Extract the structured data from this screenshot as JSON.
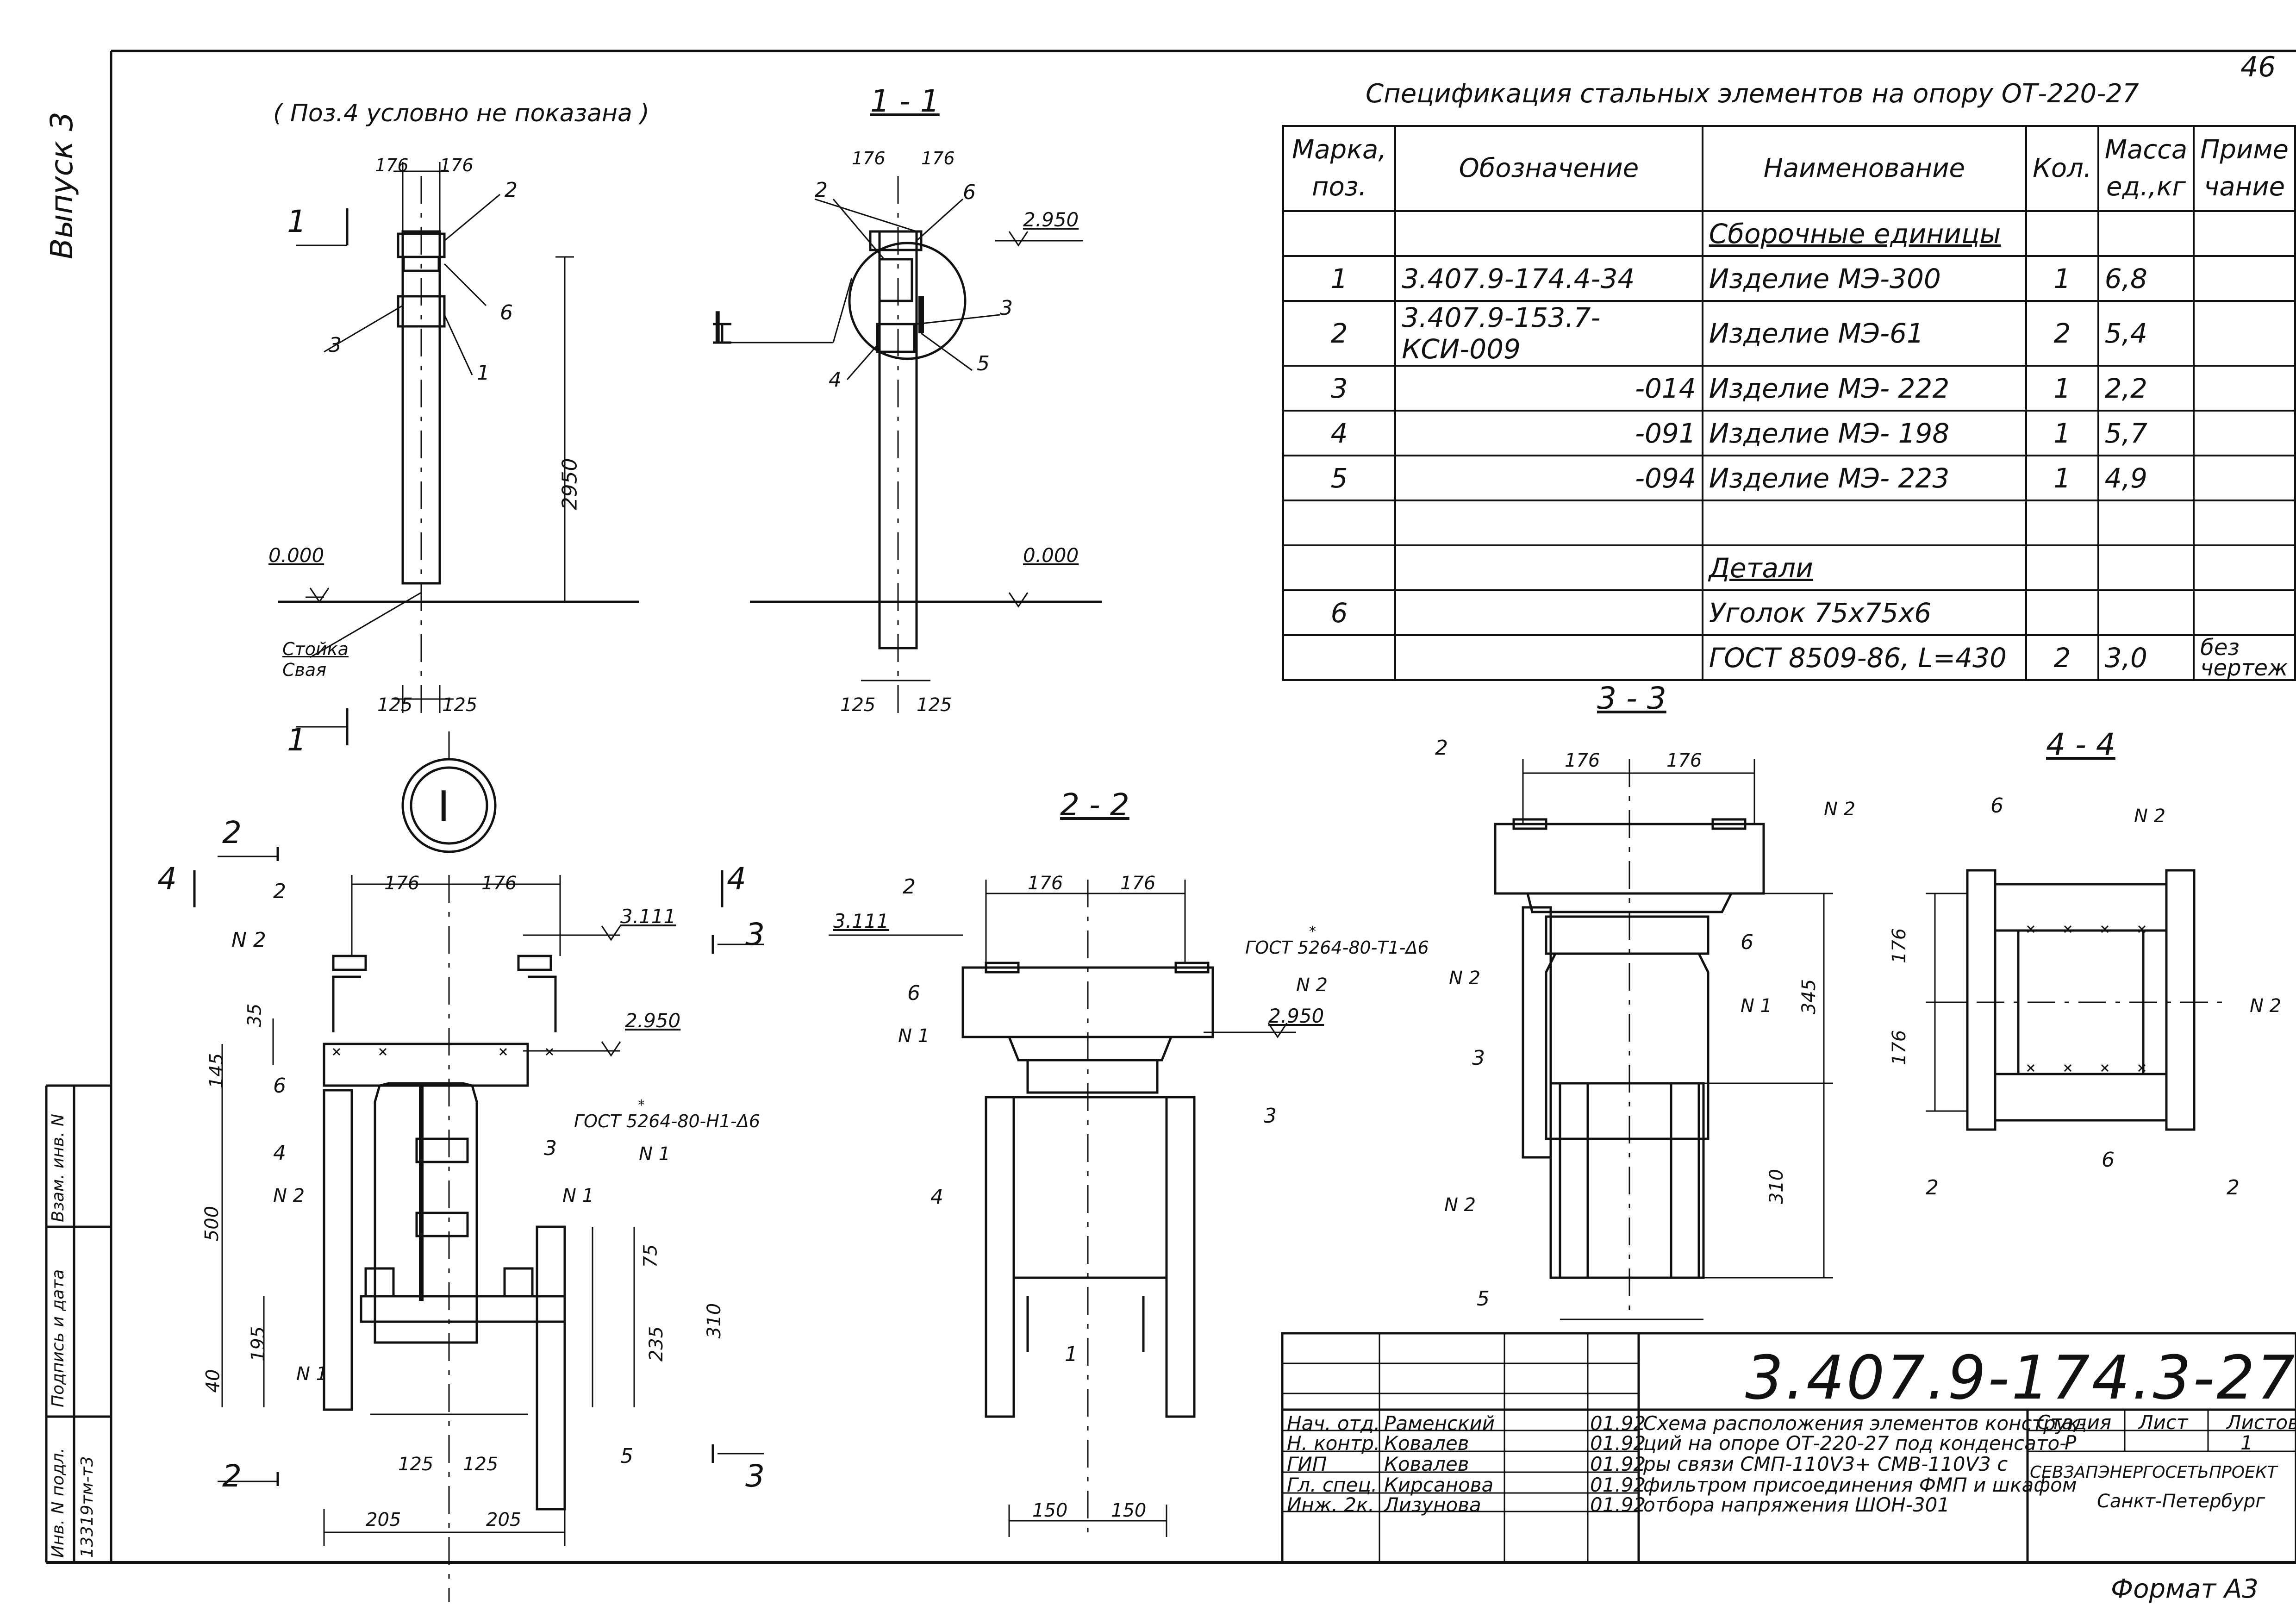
{
  "page_number": "46",
  "side_label": "Выпуск 3",
  "note": "( Поз.4 условно не показана )",
  "format": "Формат А3",
  "sections": {
    "s11": "1 - 1",
    "s22": "2 - 2",
    "s33": "3 - 3",
    "s44": "4 - 4",
    "roman": "I"
  },
  "dims": {
    "d176": "176",
    "d125": "125",
    "d150": "150",
    "d205": "205",
    "d2950": "2950",
    "d35": "35",
    "d145": "145",
    "d500": "500",
    "d40": "40",
    "d195": "195",
    "d75": "75",
    "d235": "235",
    "d310": "310",
    "d345": "345"
  },
  "levels": {
    "l0": "0.000",
    "l2950": "2.950",
    "l3111": "3.111"
  },
  "labels": {
    "n1": "N 1",
    "n2": "N 2",
    "stoyka": "Стойка",
    "svaya": "Свая",
    "gost_h1": "ГОСТ 5264-80-Н1-Δ6",
    "gost_t1": "ГОСТ 5264-80-Т1-Δ6",
    "star": "*",
    "p1": "1",
    "p2": "2",
    "p3": "3",
    "p4": "4",
    "p5": "5",
    "p6": "6"
  },
  "spec": {
    "title": "Спецификация стальных элементов на опору ОТ-220-27",
    "headers": {
      "h0": "Марка, поз.",
      "h1": "Обозначение",
      "h2": "Наименование",
      "h3": "Кол.",
      "h4": "Масса ед.,кг",
      "h5": "Приме чание"
    },
    "group1": "Сборочные единицы",
    "group2": "Детали",
    "rows": [
      {
        "pos": "1",
        "code": "3.407.9-174.4-34",
        "name": "Изделие МЭ-300",
        "qty": "1",
        "mass": "6,8"
      },
      {
        "pos": "2",
        "code": "3.407.9-153.7-КСИ-009",
        "name": "Изделие МЭ-61",
        "qty": "2",
        "mass": "5,4"
      },
      {
        "pos": "3",
        "code": "-014",
        "name": "Изделие МЭ- 222",
        "qty": "1",
        "mass": "2,2"
      },
      {
        "pos": "4",
        "code": "-091",
        "name": "Изделие МЭ- 198",
        "qty": "1",
        "mass": "5,7"
      },
      {
        "pos": "5",
        "code": "-094",
        "name": "Изделие МЭ- 223",
        "qty": "1",
        "mass": "4,9"
      }
    ],
    "detail": {
      "pos": "6",
      "name1": "Уголок 75х75х6",
      "name2": "ГОСТ 8509-86, L=430",
      "qty": "2",
      "mass": "3,0",
      "note": "без чертеж"
    }
  },
  "title_block": {
    "code": "3.407.9-174.3-27",
    "description": [
      "Схема расположения элементов конструк-",
      "ций на опоре ОТ-220-27 под конденсато-",
      "ры связи СМП-110V3+ СМВ-110V3 с",
      "фильтром присоединения ФМП и шкафом",
      "отбора напряжения ШОН-301"
    ],
    "stage_label": "Стадия",
    "sheet_label": "Лист",
    "sheets_label": "Листов",
    "stage": "Р",
    "sheet": "1",
    "org": "СЕВЗАПЭНЕРГОСЕТЬПРОЕКТ",
    "city": "Санкт-Петербург",
    "people": [
      {
        "role": "Нач. отд.",
        "name": "Раменский",
        "date": "01.92"
      },
      {
        "role": "Н. контр.",
        "name": "Ковалев",
        "date": "01.92"
      },
      {
        "role": "ГИП",
        "name": "Ковалев",
        "date": "01.92"
      },
      {
        "role": "Гл. спец.",
        "name": "Кирсанова",
        "date": "01.92"
      },
      {
        "role": "Инж. 2к.",
        "name": "Лизунова",
        "date": "01.92"
      }
    ]
  },
  "left_strip": {
    "inv": "Инв. N подл.",
    "sign": "Подпись и дата",
    "vzam": "Взам. инв. N",
    "inv_value": "13319тм-т3"
  }
}
